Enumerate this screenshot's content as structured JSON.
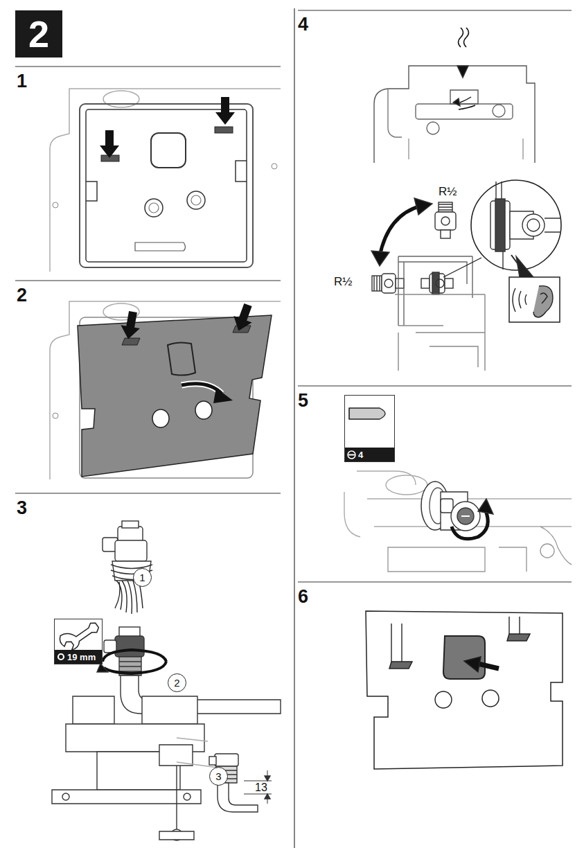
{
  "diagram": {
    "nodes": [
      {
        "text": [
          "2"
        ]
      },
      {
        "text": [
          "1"
        ]
      },
      {
        "text": [
          "19 mm"
        ]
      },
      {
        "text": [
          "2"
        ]
      },
      {
        "text": [
          "3"
        ]
      },
      {
        "text": [
          "4"
        ]
      }
    ],
    "edges": [],
    "labels": [
      "1",
      "2",
      "3",
      "13",
      "4",
      "R½",
      "R½",
      "5",
      "6"
    ]
  }
}
